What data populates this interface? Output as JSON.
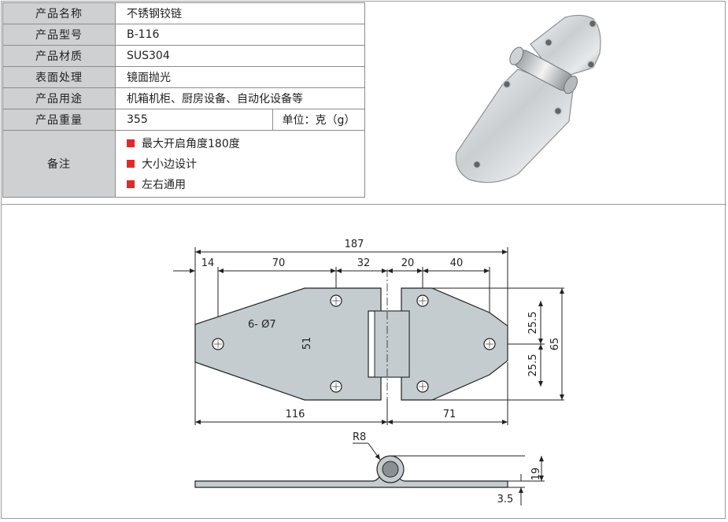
{
  "specs": [
    {
      "label": "产品名称",
      "value": "不锈钢铰链"
    },
    {
      "label": "产品型号",
      "value": "B-116"
    },
    {
      "label": "产品材质",
      "value": "SUS304"
    },
    {
      "label": "表面处理",
      "value": "镜面抛光"
    },
    {
      "label": "产品用途",
      "value": "机箱机柜、厨房设备、自动化设备等"
    },
    {
      "label": "产品重量",
      "value": "355",
      "unit": "单位：克（g）"
    }
  ],
  "notes": {
    "label": "备注",
    "items": [
      "最大开启角度180度",
      "大小边设计",
      "左右通用"
    ],
    "bullet_color": "#e02a2a"
  },
  "drawing": {
    "dims": {
      "total_length": "187",
      "edge_to_hole": "14",
      "hole_spacing": "70",
      "hole_to_center": "32",
      "center_to_hole": "20",
      "right_hole_spacing": "40",
      "hole_callout": "6- Ø7",
      "vertical_51": "51",
      "upper_half": "25.5",
      "lower_half": "25.5",
      "height": "65",
      "left_leaf": "116",
      "right_leaf": "71",
      "radius": "R8",
      "knuckle_height": "19",
      "thickness": "3.5"
    }
  },
  "colors": {
    "label_bg": "#cfd0d2",
    "leaf_fill": "#c5ccd0",
    "hinge_dark": "#8a8f93"
  }
}
